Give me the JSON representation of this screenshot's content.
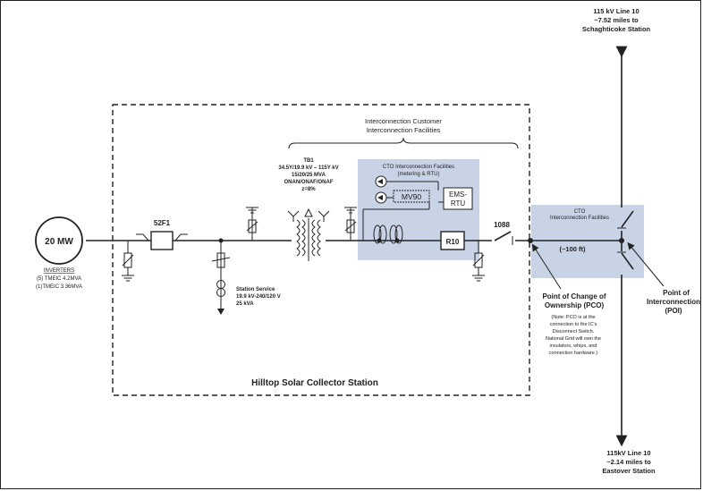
{
  "line_north": {
    "line1": "115 kV Line 10",
    "line2": "~7.52 miles to",
    "line3": "Schaghticoke Station"
  },
  "line_south": {
    "line1": "115kV Line 10",
    "line2": "~2.14 miles to",
    "line3": "Eastover Station"
  },
  "customer_facilities": {
    "line1": "Interconnection Customer",
    "line2": "Interconnection  Facilities"
  },
  "transformer": {
    "name": "TB1",
    "line1": "34.5Y/19.9 kV – 115Y kV",
    "line2": "15/20/25 MVA",
    "line3": "ONAN/ONAF/ONAF",
    "line4": "z=8%"
  },
  "cto_meter": {
    "line1": "CTO  Interconnection Facilities",
    "line2": "(metering & RTU)",
    "mv90": "MV90",
    "ems1": "EMS-",
    "ems2": "RTU"
  },
  "cto_right": {
    "line1": "CTO",
    "line2": "Interconnection  Facilities",
    "distance": "(~100 ft)"
  },
  "generator": {
    "label": "20 MW",
    "inverters_title": "INVERTERS",
    "inv1": "(5) TMEIC 4.2MVA",
    "inv2": "(1)TMEIC 3.36MVA"
  },
  "breaker": {
    "label": "52F1"
  },
  "recloser": {
    "label": "R10"
  },
  "switch": {
    "label": "1088"
  },
  "station_service": {
    "line1": "Station Service",
    "line2": "19.9 kV-240/120 V",
    "line3": "25 kVA"
  },
  "station_name": "Hilltop Solar Collector Station",
  "pco": {
    "line1": "Point of Change of",
    "line2": "Ownership (PCO)",
    "note1": "(Note: PCO is at the",
    "note2": "connection to the IC's",
    "note3": "Disconnect Switch.",
    "note4": "National Grid will own the",
    "note5": "insulators, whips, and",
    "note6": "connection hardware.)"
  },
  "poi": {
    "line1": "Point of",
    "line2": "Interconnection",
    "line3": "(POI)"
  }
}
